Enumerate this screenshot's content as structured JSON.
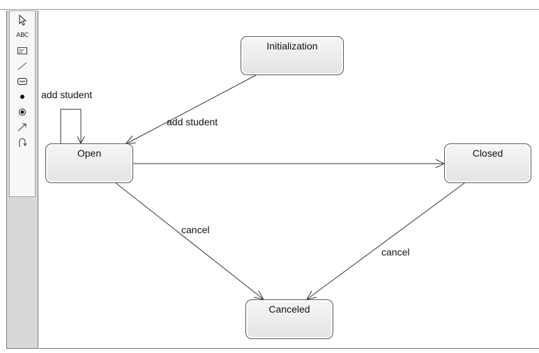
{
  "toolbar": {
    "tools": [
      {
        "name": "select-tool",
        "icon": "pointer-arrow-icon"
      },
      {
        "name": "text-tool",
        "icon": "text-abc-icon",
        "label": "ABC"
      },
      {
        "name": "note-tool",
        "icon": "note-icon"
      },
      {
        "name": "line-tool",
        "icon": "line-icon"
      },
      {
        "name": "state-tool",
        "icon": "state-box-icon"
      },
      {
        "name": "initial-state-tool",
        "icon": "filled-dot-icon"
      },
      {
        "name": "final-state-tool",
        "icon": "bullseye-icon"
      },
      {
        "name": "transition-tool",
        "icon": "arrow-icon"
      },
      {
        "name": "self-transition-tool",
        "icon": "loop-arrow-icon"
      }
    ]
  },
  "diagram": {
    "states": {
      "initialization": "Initialization",
      "open": "Open",
      "closed": "Closed",
      "canceled": "Canceled"
    },
    "transitions": {
      "init_to_open": "add student",
      "open_self": "add student",
      "open_to_canceled": "cancel",
      "closed_to_canceled": "cancel"
    }
  }
}
